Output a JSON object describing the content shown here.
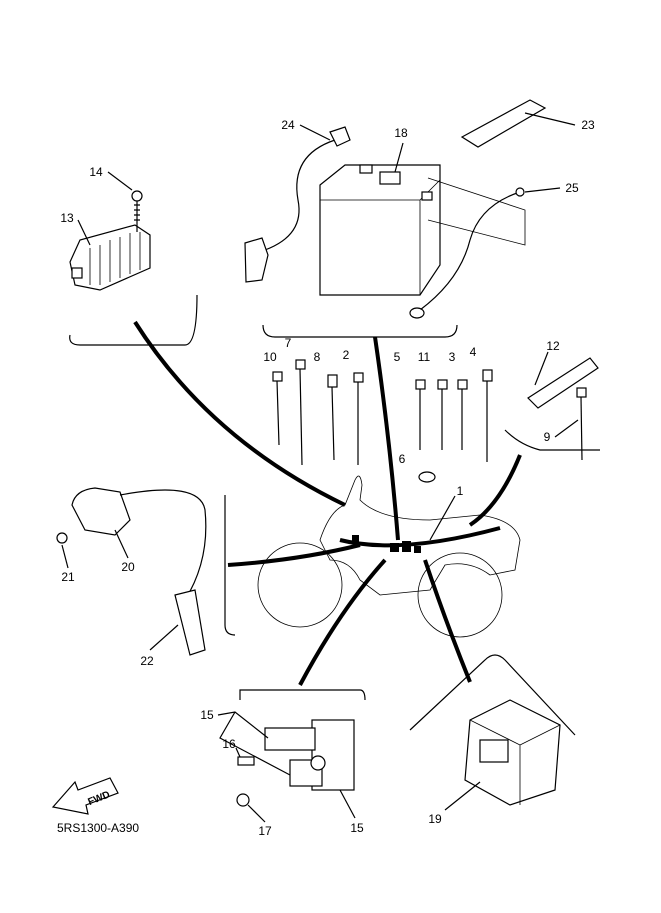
{
  "callouts": {
    "c1": "1",
    "c2": "2",
    "c3": "3",
    "c4": "4",
    "c5": "5",
    "c6": "6",
    "c7": "7",
    "c8": "8",
    "c9": "9",
    "c10": "10",
    "c11": "11",
    "c12": "12",
    "c13": "13",
    "c14": "14",
    "c15a": "15",
    "c15b": "15",
    "c16": "16",
    "c17": "17",
    "c18": "18",
    "c19": "19",
    "c20": "20",
    "c21": "21",
    "c22": "22",
    "c23": "23",
    "c24": "24",
    "c25": "25"
  },
  "fwd_label": "FWD",
  "diagram_code": "5RS1300-A390"
}
